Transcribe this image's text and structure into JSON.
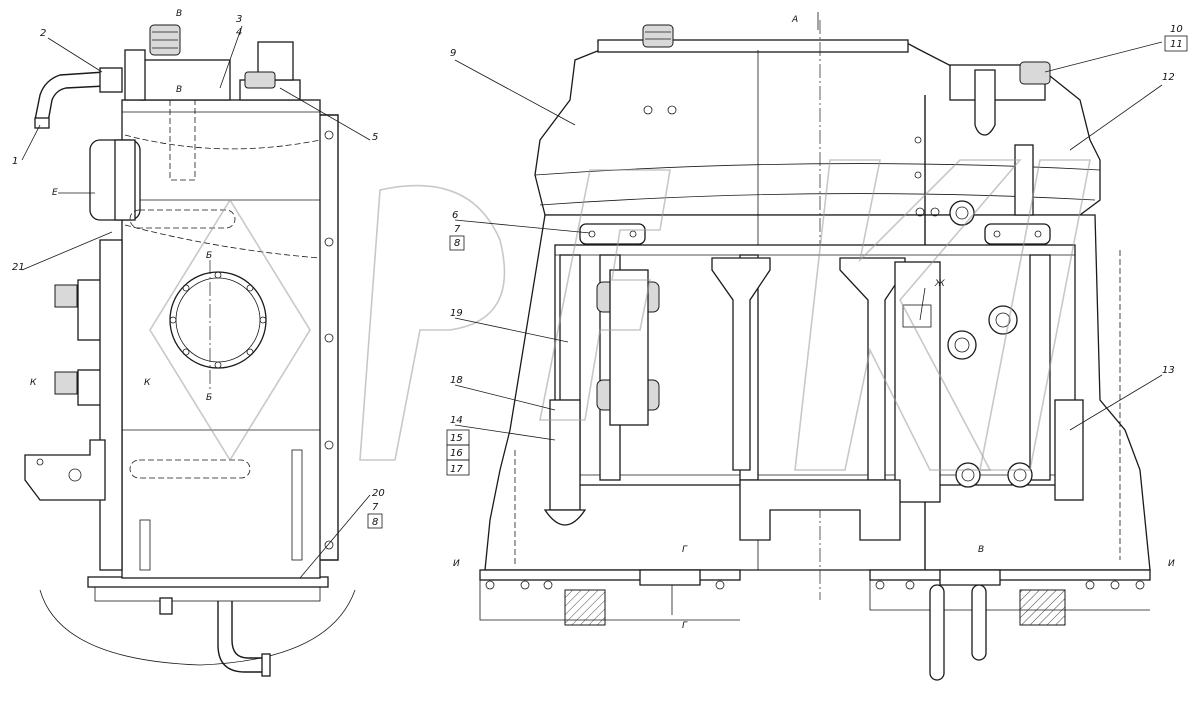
{
  "watermark": {
    "text": "ЮРЕХ",
    "color": "#9a9a9a"
  },
  "callouts": {
    "c1": "1",
    "c2": "2",
    "c3": "3",
    "c4": "4",
    "c5": "5",
    "c6": "6",
    "c7": "7",
    "c8": "8",
    "c9": "9",
    "c10": "10",
    "c11": "11",
    "c12": "12",
    "c13": "13",
    "c14": "14",
    "c15": "15",
    "c16": "16",
    "c17": "17",
    "c18": "18",
    "c19": "19",
    "c20": "20",
    "c20_7": "7",
    "c20_8": "8",
    "c21": "21"
  },
  "section_marks": {
    "A": "А",
    "B": "Б",
    "V": "В",
    "G": "Г",
    "E": "Е",
    "K": "К",
    "Zh": "Ж",
    "I": "И"
  },
  "colors": {
    "line": "#1a1a1a",
    "background": "#ffffff"
  }
}
